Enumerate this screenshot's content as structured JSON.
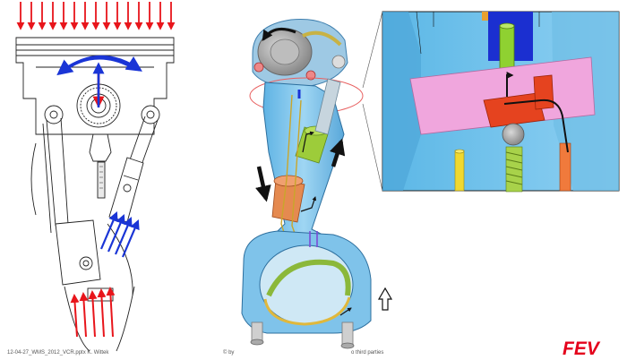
{
  "footer": {
    "left": "12-04-27_WMS_2012_VCR.pptx  K. Wittek",
    "copyright": "© by",
    "right": "o third parties"
  },
  "logo": {
    "text": "FEV"
  },
  "colors": {
    "force_red": "#e8151b",
    "rotation_blue": "#1a35d6",
    "rod_blue": "#7fc6ec",
    "inset_pink": "#f0a6dd",
    "logo_red": "#e4001b"
  }
}
